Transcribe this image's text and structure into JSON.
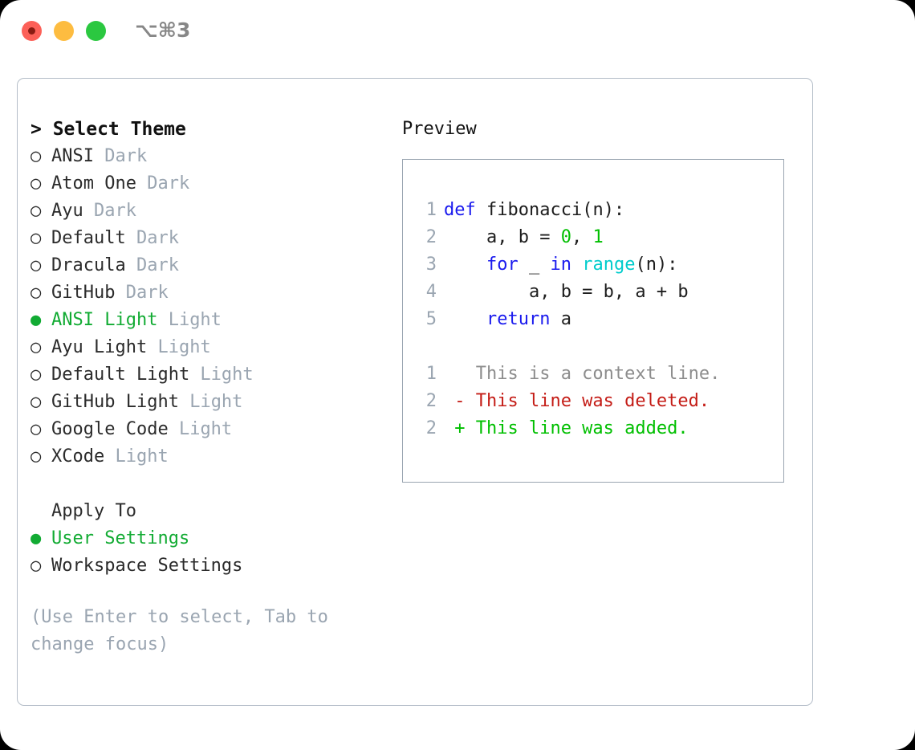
{
  "titlebar": {
    "shortcut": "⌥⌘3",
    "dots": [
      "close-red",
      "minimize-amber",
      "zoom-green"
    ]
  },
  "theme_picker": {
    "title": "> Select Theme",
    "selected_marker": "●",
    "unselected_marker": "○",
    "items": [
      {
        "name": "ANSI",
        "tag": "Dark",
        "selected": false
      },
      {
        "name": "Atom One",
        "tag": "Dark",
        "selected": false
      },
      {
        "name": "Ayu",
        "tag": "Dark",
        "selected": false
      },
      {
        "name": "Default",
        "tag": "Dark",
        "selected": false
      },
      {
        "name": "Dracula",
        "tag": "Dark",
        "selected": false
      },
      {
        "name": "GitHub",
        "tag": "Dark",
        "selected": false
      },
      {
        "name": "ANSI Light",
        "tag": "Light",
        "selected": true
      },
      {
        "name": "Ayu Light",
        "tag": "Light",
        "selected": false
      },
      {
        "name": "Default Light",
        "tag": "Light",
        "selected": false
      },
      {
        "name": "GitHub Light",
        "tag": "Light",
        "selected": false
      },
      {
        "name": "Google Code",
        "tag": "Light",
        "selected": false
      },
      {
        "name": "XCode",
        "tag": "Light",
        "selected": false
      }
    ]
  },
  "apply_to": {
    "title": "Apply To",
    "items": [
      {
        "name": "User Settings",
        "selected": true
      },
      {
        "name": "Workspace Settings",
        "selected": false
      }
    ]
  },
  "hint": "(Use Enter to select, Tab to change focus)",
  "preview": {
    "title": "Preview",
    "code_lines": [
      {
        "n": "1",
        "tokens": [
          {
            "t": "def",
            "c": "kw"
          },
          {
            "t": " fibonacci(n):",
            "c": "id"
          }
        ]
      },
      {
        "n": "2",
        "tokens": [
          {
            "t": "    a, b = ",
            "c": "id"
          },
          {
            "t": "0",
            "c": "num"
          },
          {
            "t": ", ",
            "c": "id"
          },
          {
            "t": "1",
            "c": "num"
          }
        ]
      },
      {
        "n": "3",
        "tokens": [
          {
            "t": "    ",
            "c": "id"
          },
          {
            "t": "for",
            "c": "kw"
          },
          {
            "t": " _ ",
            "c": "id"
          },
          {
            "t": "in",
            "c": "kw"
          },
          {
            "t": " ",
            "c": "id"
          },
          {
            "t": "range",
            "c": "fn"
          },
          {
            "t": "(n):",
            "c": "id"
          }
        ]
      },
      {
        "n": "4",
        "tokens": [
          {
            "t": "        a, b = b, a + b",
            "c": "id"
          }
        ]
      },
      {
        "n": "5",
        "tokens": [
          {
            "t": "    ",
            "c": "id"
          },
          {
            "t": "return",
            "c": "kw"
          },
          {
            "t": " a",
            "c": "id"
          }
        ]
      }
    ],
    "diff_lines": [
      {
        "n": "1",
        "marker": "  ",
        "text": "This is a context line.",
        "kind": "ctx"
      },
      {
        "n": "2",
        "marker": "- ",
        "text": "This line was deleted.",
        "kind": "del"
      },
      {
        "n": "2",
        "marker": "+ ",
        "text": "This line was added.",
        "kind": "add"
      }
    ]
  },
  "colors": {
    "selected_green": "#12ab33",
    "tag_gray": "#9aa5b1",
    "keyword_blue": "#1a1aee",
    "function_cyan": "#00cccc",
    "number_green": "#00bf00",
    "diff_red": "#c41c16",
    "diff_green": "#00bf00",
    "border_gray": "#b4bdc8"
  }
}
